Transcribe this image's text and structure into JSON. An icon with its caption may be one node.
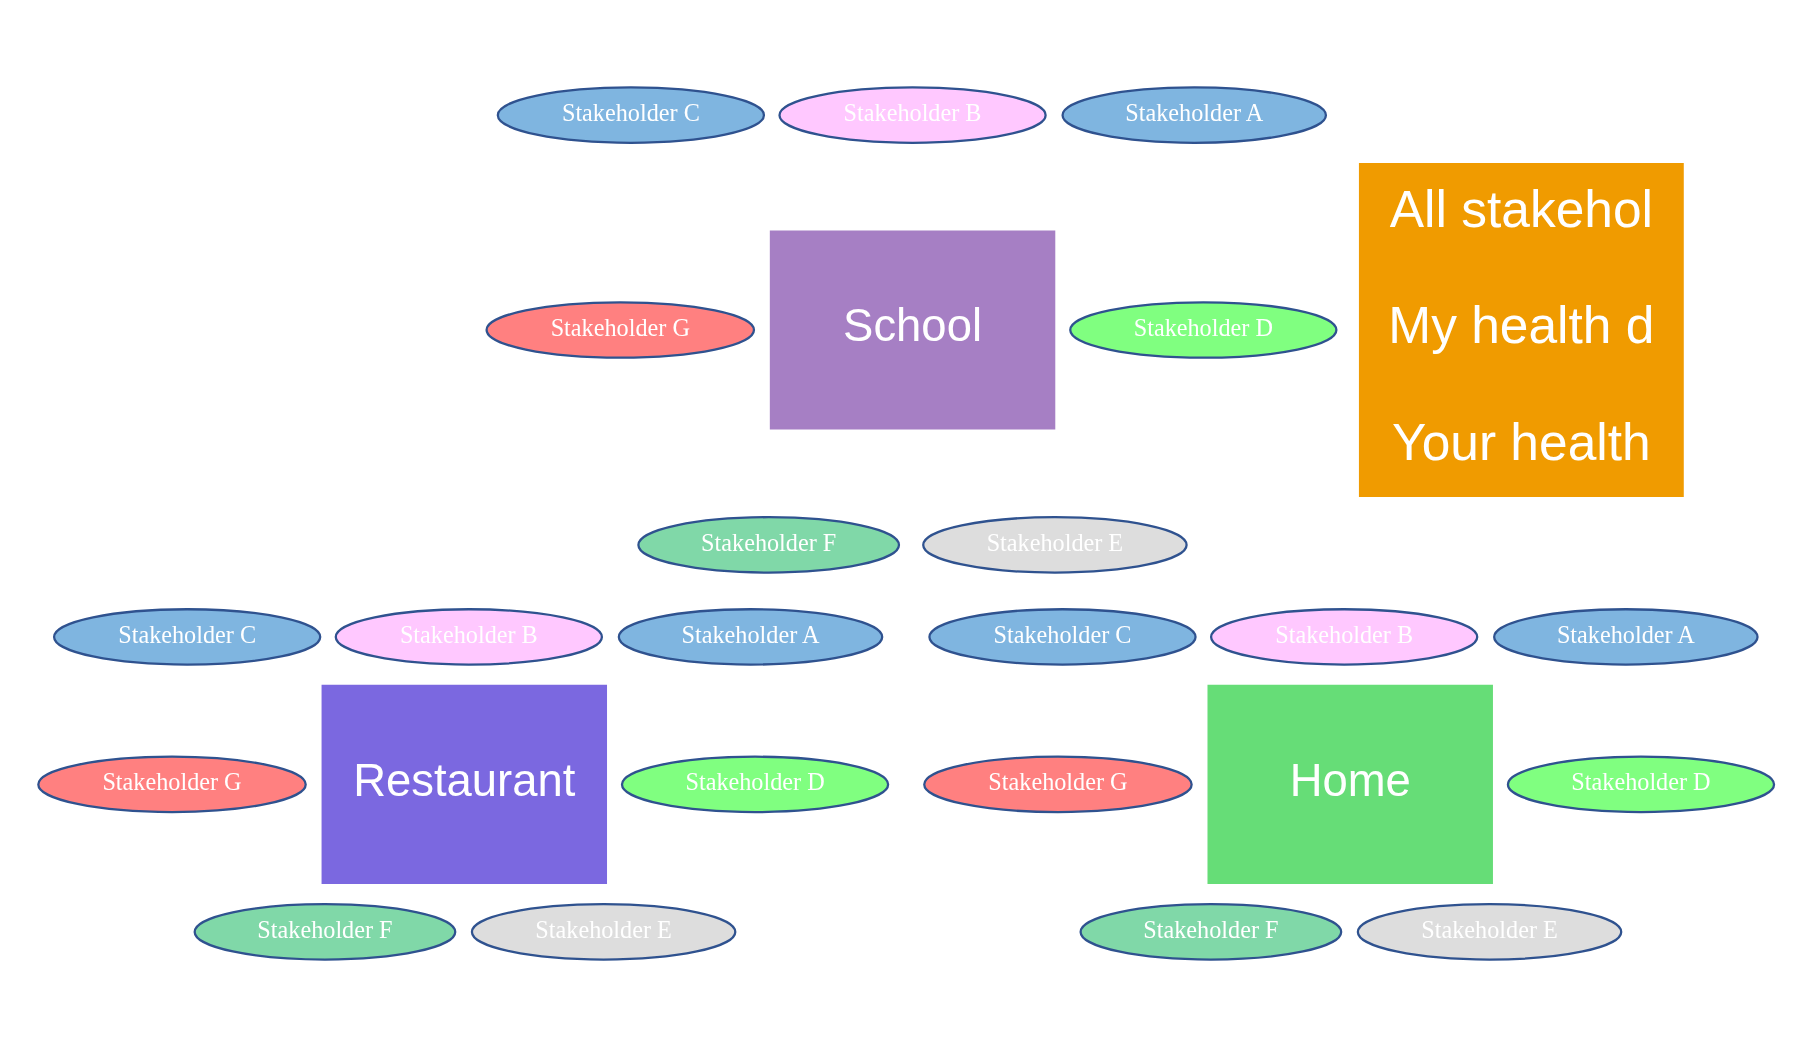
{
  "diagram": {
    "nodes": [
      {
        "text": [
          "School"
        ]
      },
      {
        "text": [
          "Stakeholder A"
        ]
      },
      {
        "text": [
          "Stakeholder B"
        ]
      },
      {
        "text": [
          "Stakeholder C"
        ]
      },
      {
        "text": [
          "Stakeholder G"
        ]
      },
      {
        "text": [
          "Stakeholder D"
        ]
      },
      {
        "text": [
          "Stakeholder F"
        ]
      },
      {
        "text": [
          "Stakeholder E"
        ]
      },
      {
        "text": [
          "All stakehol",
          "My health d",
          "Your health"
        ]
      },
      {
        "text": [
          "Stakeholder A"
        ]
      },
      {
        "text": [
          "Stakeholder B"
        ]
      },
      {
        "text": [
          "Stakeholder C"
        ]
      },
      {
        "text": [
          "Restaurant"
        ]
      },
      {
        "text": [
          "Stakeholder G"
        ]
      },
      {
        "text": [
          "Stakeholder D"
        ]
      },
      {
        "text": [
          "Stakeholder F"
        ]
      },
      {
        "text": [
          "Stakeholder E"
        ]
      },
      {
        "text": [
          "Stakeholder A"
        ]
      },
      {
        "text": [
          "Stakeholder B"
        ]
      },
      {
        "text": [
          "Stakeholder C"
        ]
      },
      {
        "text": [
          "Stakeholder G"
        ]
      },
      {
        "text": [
          "Home"
        ]
      },
      {
        "text": [
          "Stakeholder D"
        ]
      },
      {
        "text": [
          "Stakeholder F"
        ]
      },
      {
        "text": [
          "Stakeholder E"
        ]
      }
    ],
    "edges": []
  }
}
